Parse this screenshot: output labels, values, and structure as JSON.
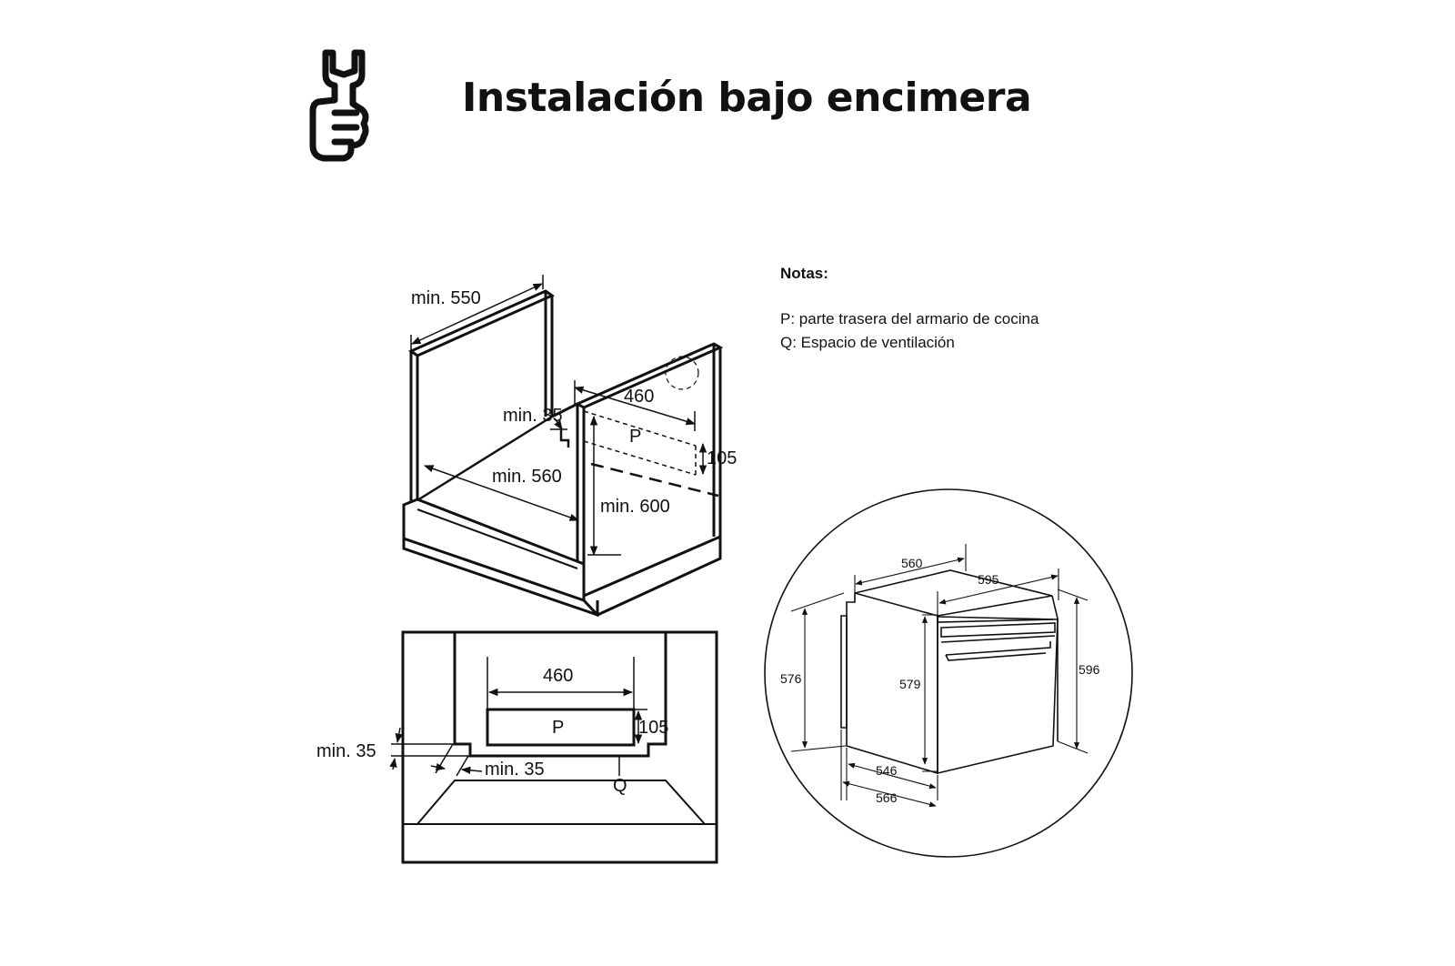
{
  "header": {
    "title": "Instalación bajo encimera",
    "icon": "wrench-hand-icon"
  },
  "notes": {
    "heading": "Notas:",
    "lines": [
      {
        "key": "P",
        "text": ": parte trasera del armario de cocina"
      },
      {
        "key": "Q",
        "text": ": Espacio de ventilación"
      }
    ]
  },
  "cabinet_iso": {
    "dims": {
      "depth": "min. 550",
      "opening_width": "460",
      "side_gap": "min. 35",
      "vent_height": "105",
      "inner_width": "min. 560",
      "inner_height": "min. 600"
    },
    "labels": {
      "p": "P"
    }
  },
  "cabinet_top": {
    "dims": {
      "opening_width": "460",
      "vent_height": "105",
      "left_gap": "min. 35",
      "front_gap": "min. 35"
    },
    "labels": {
      "p": "P",
      "q": "Q"
    }
  },
  "oven_detail": {
    "dims": {
      "top_depth": "560",
      "top_width": "595",
      "height_back": "576",
      "height_front": "579",
      "height_total": "596",
      "depth_body": "546",
      "depth_total": "566"
    }
  }
}
